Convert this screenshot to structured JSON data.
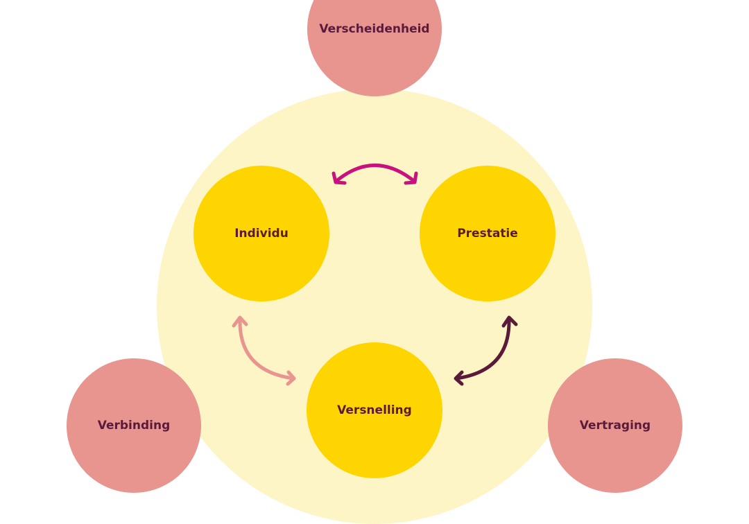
{
  "outer_nodes": {
    "top": "Verscheidenheid",
    "left": "Verbinding",
    "right": "Vertraging"
  },
  "inner_nodes": {
    "left": "Individu",
    "right": "Prestatie",
    "bottom": "Versnelling"
  },
  "colors": {
    "background_circle": "#fef5c6",
    "inner": "#ffd500",
    "outer": "#e8958f",
    "text": "#5a1a3a",
    "arrow_top": "#c8107f",
    "arrow_left": "#e8958f",
    "arrow_right": "#5a1a3a"
  }
}
